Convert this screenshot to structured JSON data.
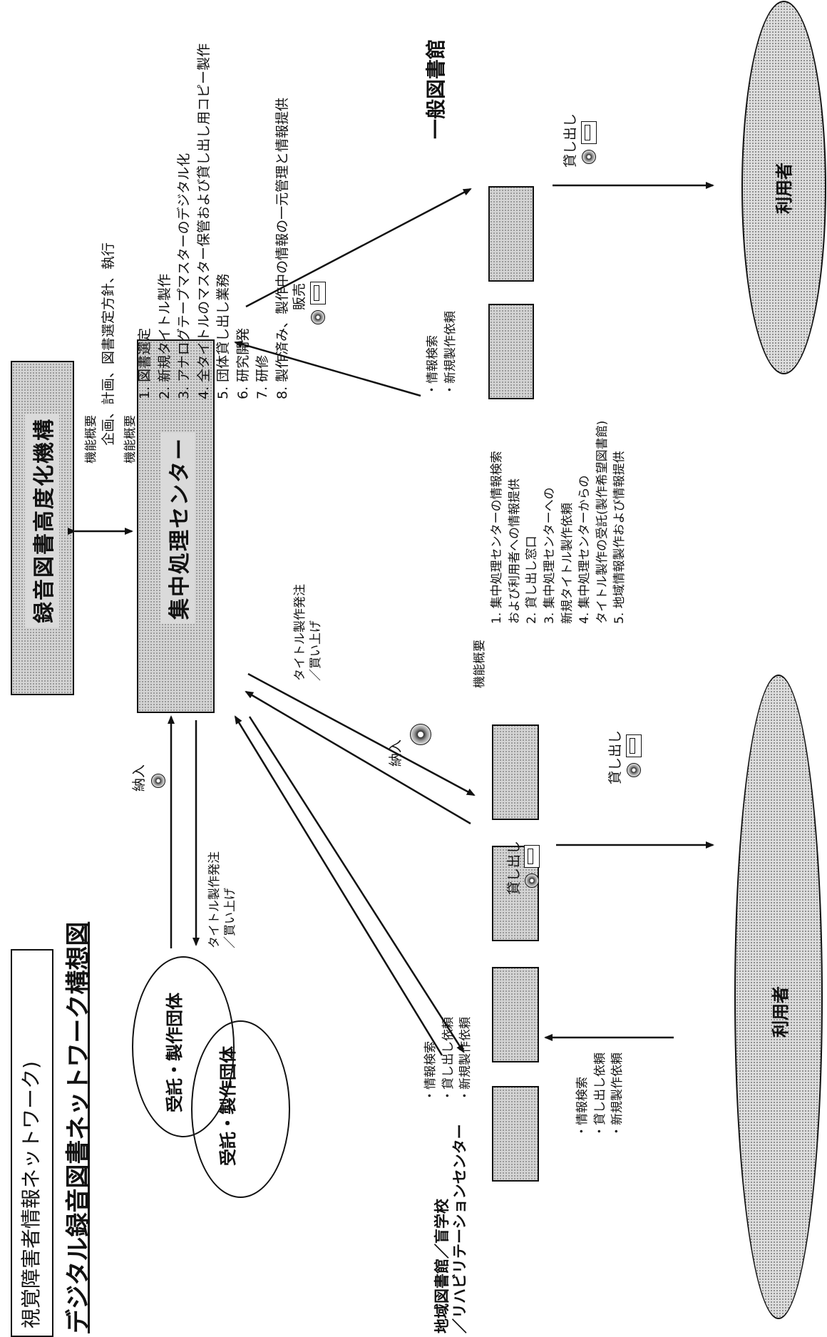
{
  "titles": {
    "top": "視覚障害者情報ネットワーク)",
    "main": "デジタル録音図書ネットワーク構想図"
  },
  "nodes": {
    "agency": "録音図書高度化機構",
    "center": "集中処理センター",
    "general_library": "一般図書館",
    "regional_library": "地域図書館／盲学校\n／リハビリテーションセンター",
    "contractor_1": "受託・製作団体",
    "contractor_2": "受託・製作団体",
    "users_left": "利用者",
    "users_right": "利用者"
  },
  "agency_summary": {
    "heading": "機能概要",
    "text": "企画、計画、図書選定方針、執行"
  },
  "center_summary": {
    "heading": "機能概要",
    "items": [
      "1.  図書選定",
      "2.  新規タイトル製作",
      "3.  アナログテープマスターのデジタル化",
      "4.  全タイトルのマスター保管および貸し出し用コピー製作",
      "5.  団体貸し出し業務",
      "6.  研究開発",
      "7.  研修",
      "8.  製作済み、製作中の情報の一元管理と情報提供"
    ]
  },
  "regional_summary": {
    "heading": "機能概要",
    "items": [
      "1.  集中処理センターの情報検索",
      "     および利用者への情報提供",
      "2.  貸し出し窓口",
      "3.  集中処理センターへの",
      "     新規タイトル製作依頼",
      "4.  集中処理センターからの",
      "     タイトル製作の受託(製作希望図書館)",
      "5.  地域情報製作および情報提供"
    ]
  },
  "flows": {
    "delivery_center": "納入",
    "title_order_center": "タイトル製作発注\n／買い上げ",
    "title_order_regional": "タイトル製作発注\n／買い上げ",
    "delivery_regional": "納入",
    "sales": "販売",
    "general_requests": [
      "・情報検索",
      "・新規製作依頼"
    ],
    "regional_requests": [
      "・情報検索",
      "・貸し出し依頼",
      "・新規製作依頼"
    ],
    "lending_regional": "貸し出し",
    "lending_users_left": "貸し出し",
    "user_requests_left": [
      "・情報検索",
      "・貸し出し依頼",
      "・新規製作依頼"
    ],
    "lending_users_right": "貸し出し"
  }
}
